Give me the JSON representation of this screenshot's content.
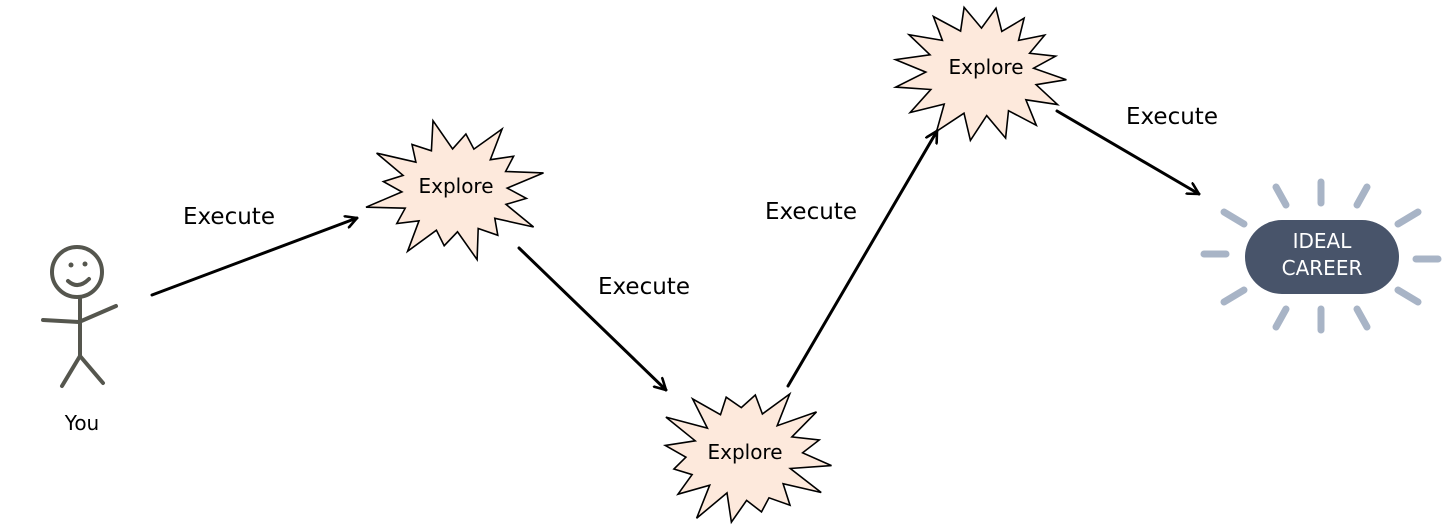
{
  "start": {
    "label": "You"
  },
  "steps": [
    {
      "edge_label": "Execute",
      "node_label": "Explore"
    },
    {
      "edge_label": "Execute",
      "node_label": "Explore"
    },
    {
      "edge_label": "Execute",
      "node_label": "Explore"
    },
    {
      "edge_label": "Execute"
    }
  ],
  "goal": {
    "line1": "IDEAL",
    "line2": "CAREER"
  },
  "colors": {
    "burst_fill": "#fde9dc",
    "stroke": "#000000",
    "goal_fill": "#48546a",
    "goal_text": "#ffffff",
    "rays": "#a8b4c6",
    "stick_figure": "#55564e"
  }
}
